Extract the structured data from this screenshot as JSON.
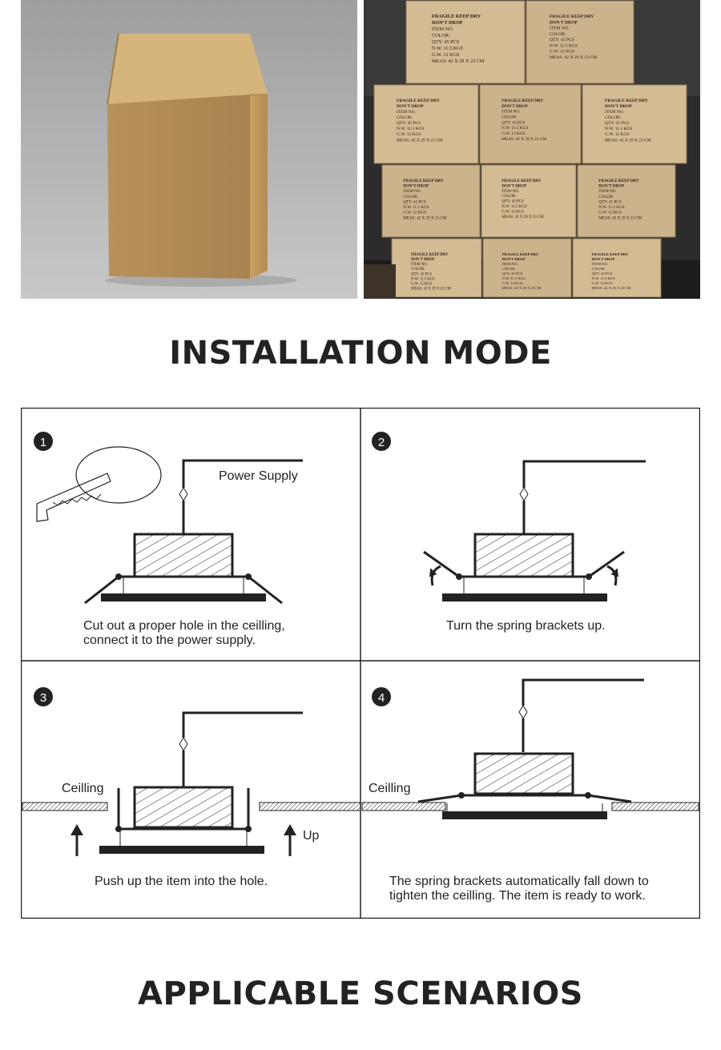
{
  "headings": {
    "installation": "INSTALLATION MODE",
    "scenarios": "APPLICABLE SCENARIOS"
  },
  "box_marking": {
    "line1": "FRAGILE",
    "line2": "KEEP DRY",
    "line3": "DON'T DROP",
    "item_no": "ITEM NO.",
    "color": "COLOR:",
    "qty": "QTY:",
    "qty_value": "45",
    "qty_unit": "PCS",
    "nw": "N.W.",
    "nw_value": "11.5",
    "nw_unit": "KGS",
    "gw": "G.W.",
    "gw_value": "12",
    "gw_unit": "KGS",
    "meas": "MEAS:",
    "meas_value": "42 X 29 X 23",
    "meas_unit": "CM"
  },
  "steps": [
    {
      "number": "1",
      "label_top": "Power Supply",
      "caption_line1": "Cut out a proper hole in the ceilling,",
      "caption_line2": "connect it to the power supply."
    },
    {
      "number": "2",
      "caption_line1": "Turn the spring brackets up."
    },
    {
      "number": "3",
      "label_left": "Ceilling",
      "label_right": "Up",
      "caption_line1": "Push up the item into the hole."
    },
    {
      "number": "4",
      "label_left": "Ceilling",
      "caption_line1": "The spring brackets automatically fall down to",
      "caption_line2": "tighten the ceilling. The item is ready to work."
    }
  ],
  "colors": {
    "line": "#222222",
    "box_kraft": "#c9a36a",
    "photo_bg_left": "#b8b8b8",
    "photo_bg_right": "#2c2c2c"
  }
}
